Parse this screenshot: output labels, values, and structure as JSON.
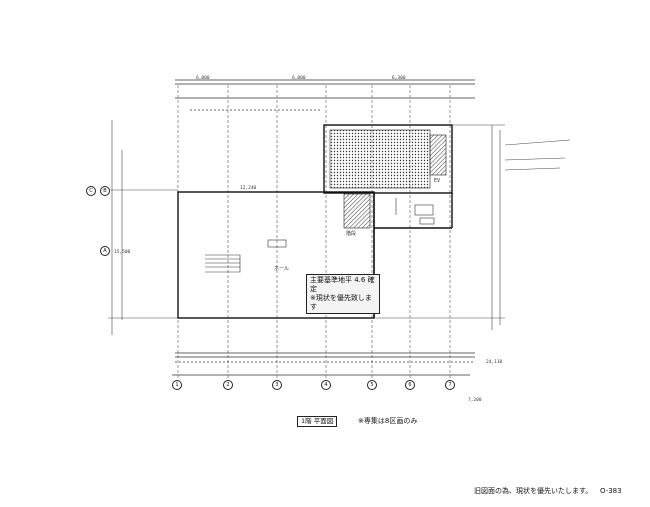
{
  "drawing": {
    "notice_line1": "主要基準地平 4.6 確定",
    "notice_line2": "※現状を優先致します",
    "floor_label": "1階",
    "view_label": "平面図",
    "remark": "※専集は8区画のみ",
    "footer_note": "旧図面の為、現状を優先いたします。",
    "sheet_number": "O-383",
    "axis_numbers": [
      "1",
      "2",
      "3",
      "4",
      "5",
      "6",
      "7"
    ],
    "row_letters": [
      "C",
      "B",
      "A"
    ],
    "dimensions": {
      "top_total": "12,240",
      "left_bay": "6,000",
      "mid_bay": "6,000",
      "right_bay": "6,300",
      "span": "15,500",
      "right_note": "24,110",
      "bottom_note": "7,200"
    },
    "room_marks": {
      "hall": "ホール",
      "core": "EV",
      "stair": "階段"
    }
  }
}
